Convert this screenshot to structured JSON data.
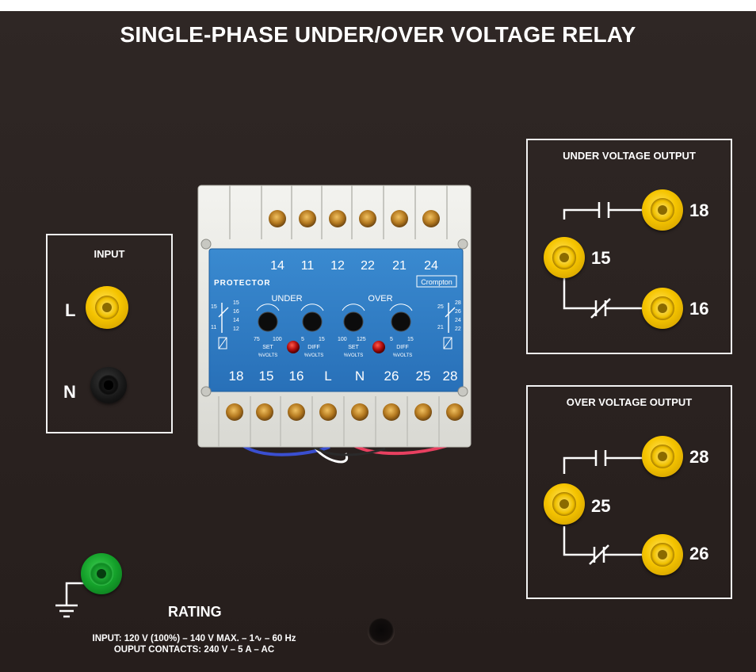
{
  "title": "SINGLE-PHASE UNDER/OVER VOLTAGE RELAY",
  "input_box": {
    "title": "INPUT",
    "line_label": "L",
    "neutral_label": "N"
  },
  "under_box": {
    "title": "UNDER VOLTAGE OUTPUT",
    "terminal_top": "18",
    "terminal_common": "15",
    "terminal_bottom": "16"
  },
  "over_box": {
    "title": "OVER VOLTAGE OUTPUT",
    "terminal_top": "28",
    "terminal_common": "25",
    "terminal_bottom": "26"
  },
  "relay": {
    "brand": "PROTECTOR",
    "maker": "Crompton",
    "top_terminals": [
      "14",
      "11",
      "12",
      "22",
      "21",
      "24"
    ],
    "bottom_terminals": [
      "18",
      "15",
      "16",
      "L",
      "N",
      "26",
      "25",
      "28"
    ],
    "under_label": "UNDER",
    "over_label": "OVER",
    "knobs": [
      {
        "name": "SET",
        "unit": "%VOLTS",
        "min": "75",
        "max": "100"
      },
      {
        "name": "DIFF",
        "unit": "%VOLTS",
        "min": "5",
        "max": "15"
      },
      {
        "name": "SET",
        "unit": "%VOLTS",
        "min": "100",
        "max": "125"
      },
      {
        "name": "DIFF",
        "unit": "%VOLTS",
        "min": "5",
        "max": "15"
      }
    ],
    "left_scale": [
      "15",
      "16",
      "14",
      "12"
    ],
    "left_side": [
      "15",
      "11"
    ],
    "right_scale": [
      "28",
      "26",
      "24",
      "22"
    ],
    "right_side": [
      "25",
      "21"
    ]
  },
  "rating": {
    "label": "RATING",
    "input_line": "INPUT: 120 V (100%) – 140 V MAX. – 1∿ – 60 Hz",
    "output_line": "OUPUT CONTACTS: 240 V – 5 A – AC"
  },
  "colors": {
    "panel": "#2a2220",
    "relay_face": "#2e7fc6",
    "jack_yellow": "#f5c400",
    "jack_green": "#14a02a",
    "led": "#c21010"
  }
}
